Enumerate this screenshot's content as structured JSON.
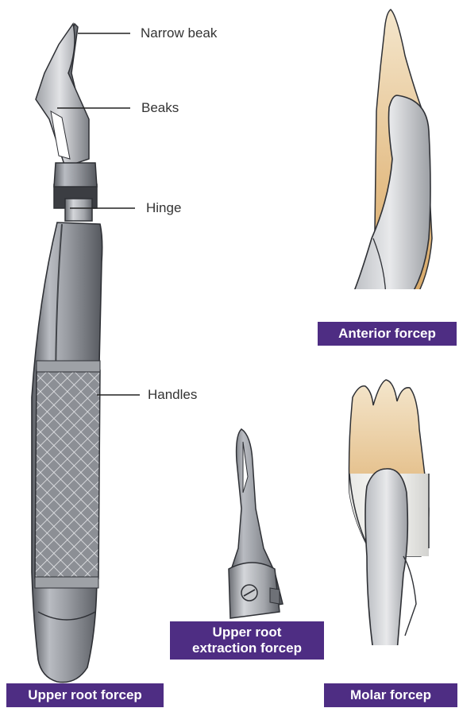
{
  "callouts": {
    "narrow_beak": "Narrow beak",
    "beaks": "Beaks",
    "hinge": "Hinge",
    "handles": "Handles"
  },
  "captions": {
    "upper_root_forcep": "Upper root forcep",
    "anterior_forcep": "Anterior forcep",
    "upper_root_extraction_line1": "Upper root",
    "upper_root_extraction_line2": "extraction forcep",
    "molar_forcep": "Molar forcep"
  },
  "colors": {
    "caption_bg": "#4e2d83",
    "caption_text": "#ffffff",
    "metal_light": "#c9cbd0",
    "metal_mid": "#8a8d93",
    "metal_dark": "#4a4c52",
    "tooth_crown": "#e2bd86",
    "tooth_root": "#f6f6f2"
  }
}
